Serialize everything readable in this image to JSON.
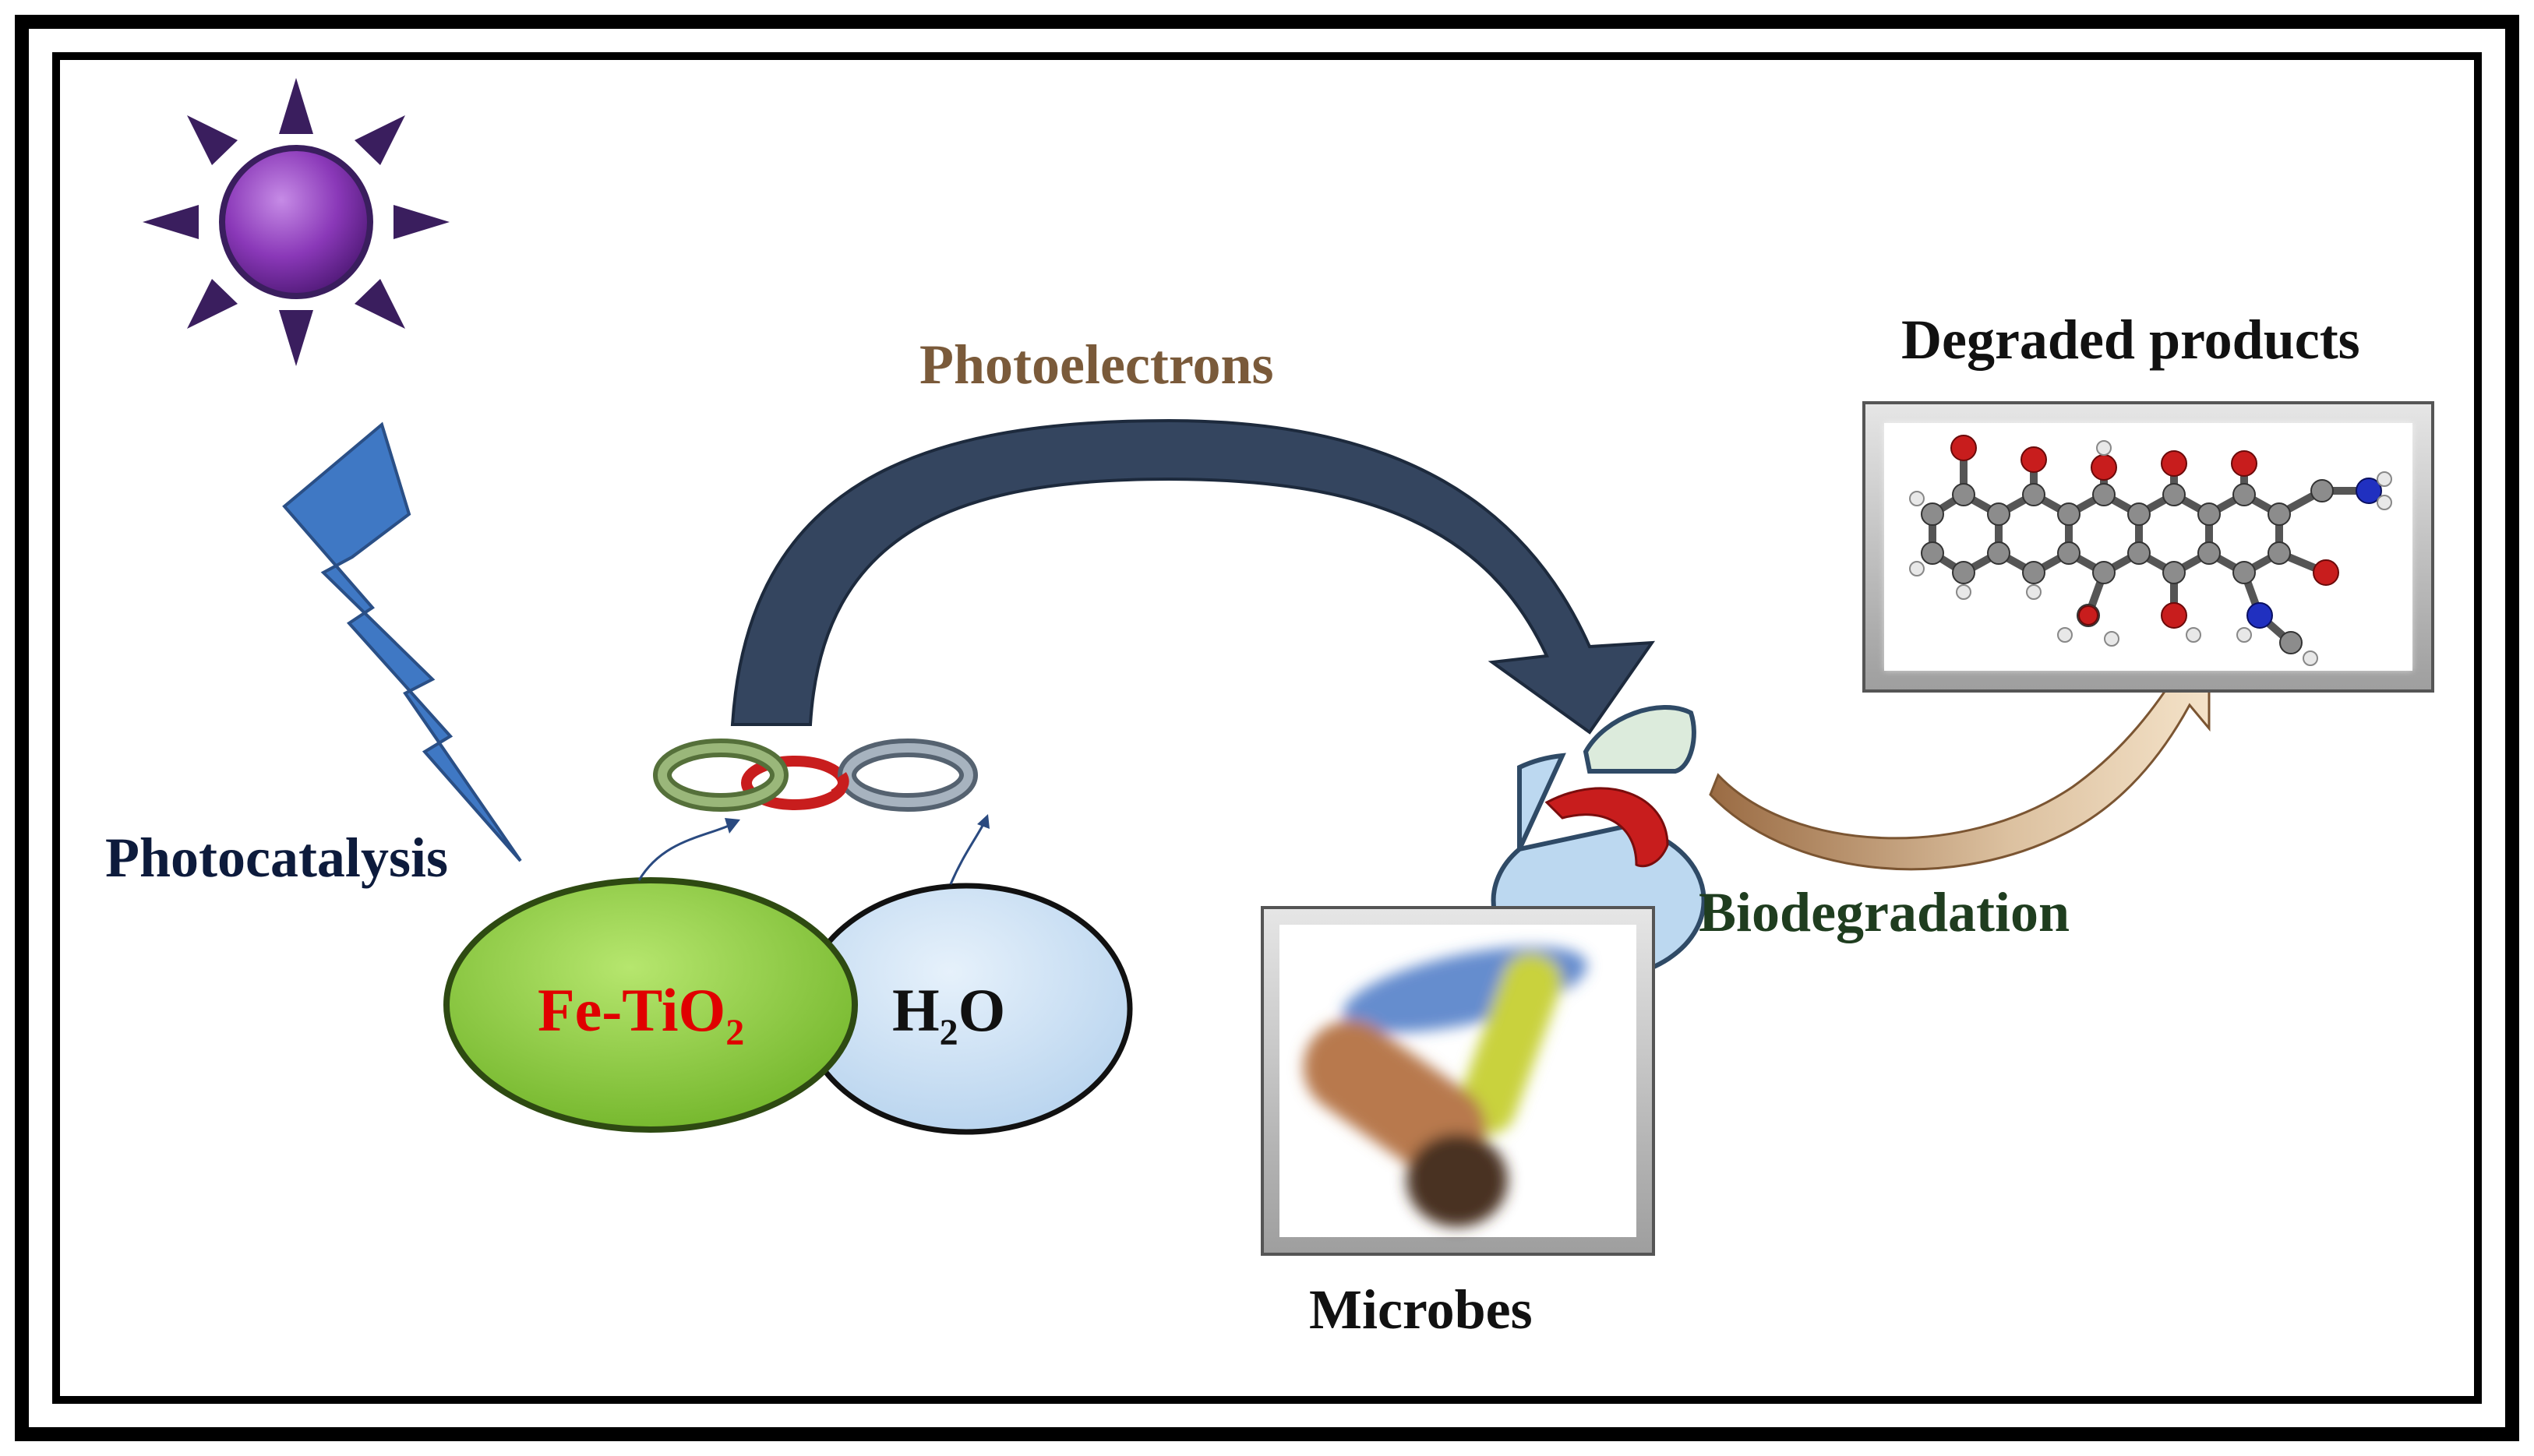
{
  "labels": {
    "photocatalysis": "Photocatalysis",
    "photoelectrons": "Photoelectrons",
    "fe_tio2": "Fe-TiO",
    "fe_tio2_sub": "2",
    "h2o_h": "H",
    "h2o_sub": "2",
    "h2o_o": "O",
    "degraded_products": "Degraded products",
    "biodegradation": "Biodegradation",
    "microbes": "Microbes"
  },
  "colors": {
    "frame": "#000000",
    "sun_core": "#7b2fa8",
    "sun_rays": "#3a1e5e",
    "lightning": "#3f78c4",
    "catalyst_fill": "#8fcf3c",
    "catalyst_text": "#e00000",
    "water_fill": "#cfe3f5",
    "photoelectron_arrow": "#34455f",
    "photoelectrons_text": "#7a5a3a",
    "photocatalysis_text": "#0d1b3c",
    "biodegradation_text": "#1f3d1f",
    "biodegradation_arrow": "#c6a27c",
    "ring_green": "#7f9a5b",
    "ring_red": "#c81d1d",
    "ring_gray": "#7d8b99",
    "enzyme_fill": "#bcd8f0",
    "product_box": "#c9c9c9"
  }
}
